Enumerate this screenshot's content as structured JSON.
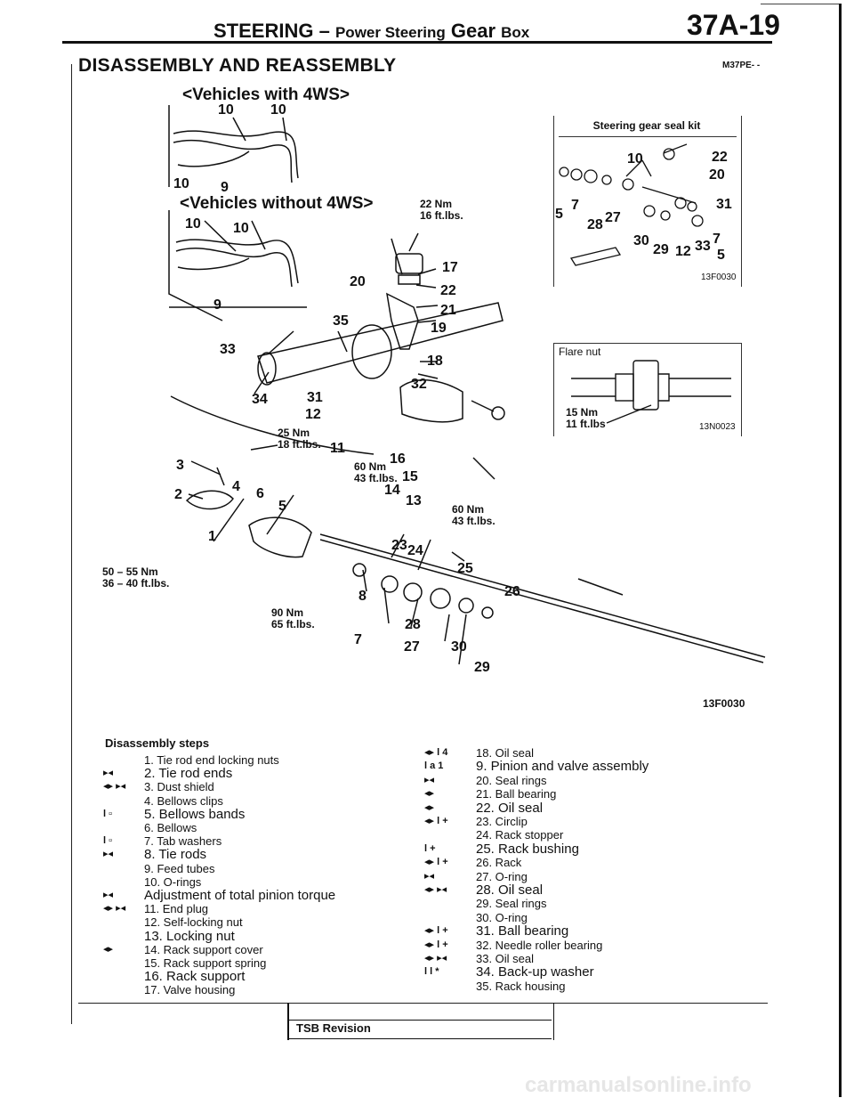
{
  "header": {
    "title_main": "STEERING",
    "title_dash": "–",
    "title_small": "Power Steering",
    "title_gear": "Gear",
    "title_box": "Box",
    "page_number": "37A-19"
  },
  "section": {
    "title": "DISASSEMBLY AND REASSEMBLY",
    "code": "M37PE- -"
  },
  "diagram": {
    "with_4ws": "<Vehicles with 4WS>",
    "without_4ws": "<Vehicles without 4WS>",
    "seal_kit_title": "Steering gear seal kit",
    "seal_kit_code": "13F0030",
    "flare_nut_title": "Flare nut",
    "flare_torque_nm": "15 Nm",
    "flare_torque_ftlbs": "11 ft.lbs",
    "flare_code": "13N0023",
    "main_code": "13F0030",
    "torques": {
      "t1_nm": "22 Nm",
      "t1_ft": "16 ft.lbs.",
      "t2_nm": "25 Nm",
      "t2_ft": "18 ft.lbs.",
      "t3_nm": "60 Nm",
      "t3_ft": "43 ft.lbs.",
      "t4_nm": "60 Nm",
      "t4_ft": "43 ft.lbs.",
      "t5_nm": "50 – 55 Nm",
      "t5_ft": "36 – 40 ft.lbs.",
      "t6_nm": "90 Nm",
      "t6_ft": "65 ft.lbs."
    },
    "callouts": {
      "c10a": "10",
      "c10b": "10",
      "c10c": "10",
      "c9a": "9",
      "c10d": "10",
      "c10e": "10",
      "c9b": "9",
      "c17": "17",
      "c20": "20",
      "c22": "22",
      "c21": "21",
      "c19": "19",
      "c35": "35",
      "c33": "33",
      "c18": "18",
      "c32": "32",
      "c34": "34",
      "c31": "31",
      "c12": "12",
      "c11": "11",
      "c16": "16",
      "c15": "15",
      "c14": "14",
      "c13": "13",
      "c3": "3",
      "c2": "2",
      "c4": "4",
      "c6": "6",
      "c5": "5",
      "c1": "1",
      "c23": "23",
      "c24": "24",
      "c25": "25",
      "c26": "26",
      "c8": "8",
      "c28": "28",
      "c7": "7",
      "c27": "27",
      "c30": "30",
      "c29": "29"
    },
    "kit_numbers": {
      "k10": "10",
      "k22": "22",
      "k20": "20",
      "k5a": "5",
      "k7a": "7",
      "k28": "28",
      "k27": "27",
      "k31": "31",
      "k30": "30",
      "k29": "29",
      "k12": "12",
      "k33": "33",
      "k7b": "7",
      "k5b": "5"
    }
  },
  "steps": {
    "title": "Disassembly steps",
    "left": [
      {
        "marks": "",
        "text": "1. Tie rod end locking nuts"
      },
      {
        "marks": "▸◂",
        "text": "2. Tie rod ends"
      },
      {
        "marks": "◂▸ ▸◂",
        "text": "3. Dust shield"
      },
      {
        "marks": "",
        "text": "4. Bellows clips"
      },
      {
        "marks": "l ▫",
        "text": "5. Bellows bands"
      },
      {
        "marks": "",
        "text": "6. Bellows"
      },
      {
        "marks": "l ▫",
        "text": "7. Tab washers"
      },
      {
        "marks": "▸◂",
        "text": "8. Tie rods"
      },
      {
        "marks": "",
        "text": "9. Feed tubes"
      },
      {
        "marks": "",
        "text": "10. O-rings"
      },
      {
        "marks": "▸◂",
        "text": "Adjustment of total pinion torque"
      },
      {
        "marks": "◂▸ ▸◂",
        "text": "11. End plug"
      },
      {
        "marks": "",
        "text": "12. Self-locking nut"
      },
      {
        "marks": "",
        "text": "13. Locking nut"
      },
      {
        "marks": "◂▸",
        "text": "14. Rack support cover"
      },
      {
        "marks": "",
        "text": "15. Rack support spring"
      },
      {
        "marks": "",
        "text": "16. Rack support"
      },
      {
        "marks": "",
        "text": "17. Valve housing"
      }
    ],
    "right": [
      {
        "marks": "◂▸ l 4",
        "text": "18. Oil seal"
      },
      {
        "marks": "l a 1",
        "text": "9. Pinion and valve assembly"
      },
      {
        "marks": "▸◂",
        "text": "20. Seal rings"
      },
      {
        "marks": "◂▸",
        "text": "21. Ball bearing"
      },
      {
        "marks": "◂▸",
        "text": "22. Oil seal"
      },
      {
        "marks": "◂▸ l +",
        "text": "23. Circlip"
      },
      {
        "marks": "",
        "text": "24. Rack stopper"
      },
      {
        "marks": "l +",
        "text": "25. Rack bushing"
      },
      {
        "marks": "◂▸ l +",
        "text": "26. Rack"
      },
      {
        "marks": "▸◂",
        "text": "27. O-ring"
      },
      {
        "marks": "◂▸ ▸◂",
        "text": "28. Oil seal"
      },
      {
        "marks": "",
        "text": "29. Seal rings"
      },
      {
        "marks": "",
        "text": "30. O-ring"
      },
      {
        "marks": "◂▸ l +",
        "text": "31. Ball bearing"
      },
      {
        "marks": "◂▸ l +",
        "text": "32. Needle roller bearing"
      },
      {
        "marks": "◂▸ ▸◂",
        "text": "33. Oil seal"
      },
      {
        "marks": "l l *",
        "text": "34. Back-up washer"
      },
      {
        "marks": "",
        "text": "35. Rack housing"
      }
    ]
  },
  "footer": {
    "tsb": "TSB Revision",
    "watermark": "carmanualsonline.info"
  }
}
